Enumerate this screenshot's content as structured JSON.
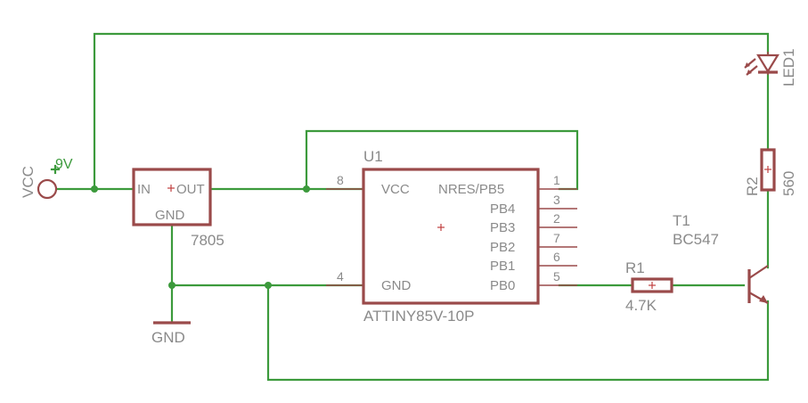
{
  "power": {
    "label": "VCC",
    "value": "9V"
  },
  "regulator": {
    "value": "7805",
    "pin_in": "IN",
    "pin_out": "OUT",
    "pin_gnd": "GND"
  },
  "ground": {
    "label": "GND"
  },
  "mcu": {
    "name": "U1",
    "value": "ATTINY85V-10P",
    "pins_left": [
      {
        "label": "VCC",
        "number": "8"
      },
      {
        "label": "GND",
        "number": "4"
      }
    ],
    "pins_right": [
      {
        "label": "NRES/PB5",
        "number": "1"
      },
      {
        "label": "PB4",
        "number": "3"
      },
      {
        "label": "PB3",
        "number": "2"
      },
      {
        "label": "PB2",
        "number": "7"
      },
      {
        "label": "PB1",
        "number": "6"
      },
      {
        "label": "PB0",
        "number": "5"
      }
    ]
  },
  "r1": {
    "name": "R1",
    "value": "4.7K"
  },
  "r2": {
    "name": "R2",
    "value": "560"
  },
  "led": {
    "name": "LED1"
  },
  "transistor": {
    "name": "T1",
    "value": "BC547"
  },
  "colors": {
    "wire": "#3c9a3c",
    "part": "#9a4a4a",
    "text": "#8a8a8a",
    "origin": "#c04040"
  }
}
